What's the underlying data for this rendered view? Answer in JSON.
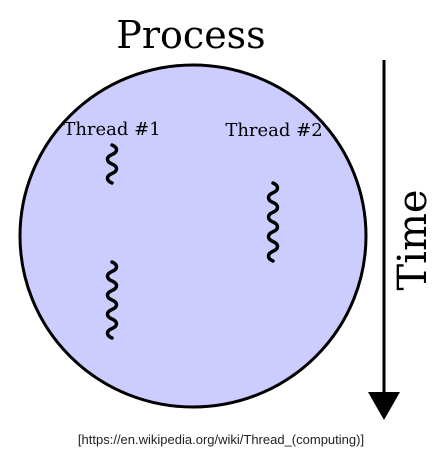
{
  "diagram": {
    "title": "Process",
    "threads": [
      {
        "label": "Thread #1"
      },
      {
        "label": "Thread #2"
      }
    ],
    "time_label": "Time",
    "colors": {
      "process_fill": "#ccccff",
      "stroke": "#000000"
    }
  },
  "caption": "[https://en.wikipedia.org/wiki/Thread_(computing)]"
}
